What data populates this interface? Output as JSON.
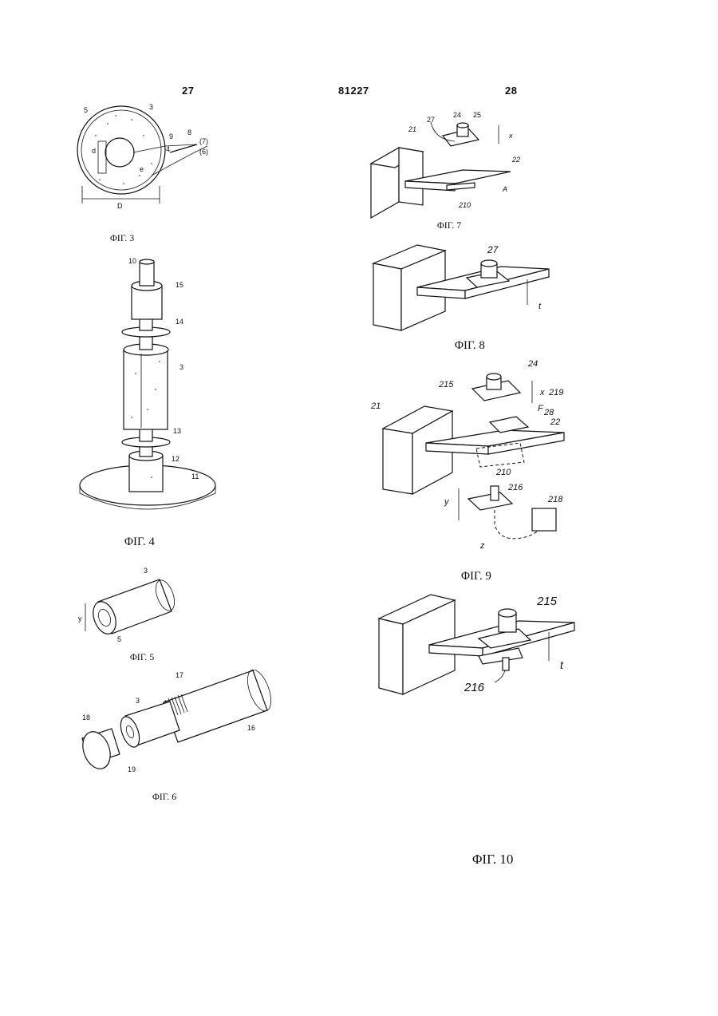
{
  "header": {
    "left_page": "27",
    "patent_number": "81227",
    "right_page": "28"
  },
  "figures": {
    "fig3": {
      "caption": "ΦIΓ. 3",
      "labels": [
        "5",
        "3",
        "9",
        "8",
        "(7)",
        "4",
        "(6)",
        "d",
        "e",
        "D"
      ]
    },
    "fig4": {
      "caption": "ΦIΓ. 4",
      "labels": [
        "10",
        "15",
        "14",
        "3",
        "13",
        "12",
        "11"
      ]
    },
    "fig5": {
      "caption": "ΦIΓ. 5",
      "labels": [
        "3",
        "y",
        "5"
      ]
    },
    "fig6": {
      "caption": "ΦIΓ. 6",
      "labels": [
        "17",
        "3",
        "16",
        "18",
        "19"
      ]
    },
    "fig7": {
      "caption": "ΦIΓ. 7",
      "labels": [
        "24",
        "25",
        "27",
        "x",
        "21",
        "22",
        "A",
        "210"
      ]
    },
    "fig8": {
      "caption": "ΦIΓ. 8",
      "labels": [
        "27",
        "t"
      ]
    },
    "fig9": {
      "caption": "ΦIΓ. 9",
      "labels": [
        "24",
        "215",
        "x",
        "219",
        "21",
        "F",
        "28",
        "22",
        "210",
        "216",
        "218",
        "y",
        "z"
      ]
    },
    "fig10": {
      "caption": "ΦIΓ. 10",
      "labels": [
        "215",
        "t",
        "216"
      ]
    }
  },
  "colors": {
    "ink": "#111111",
    "paper": "#ffffff"
  }
}
